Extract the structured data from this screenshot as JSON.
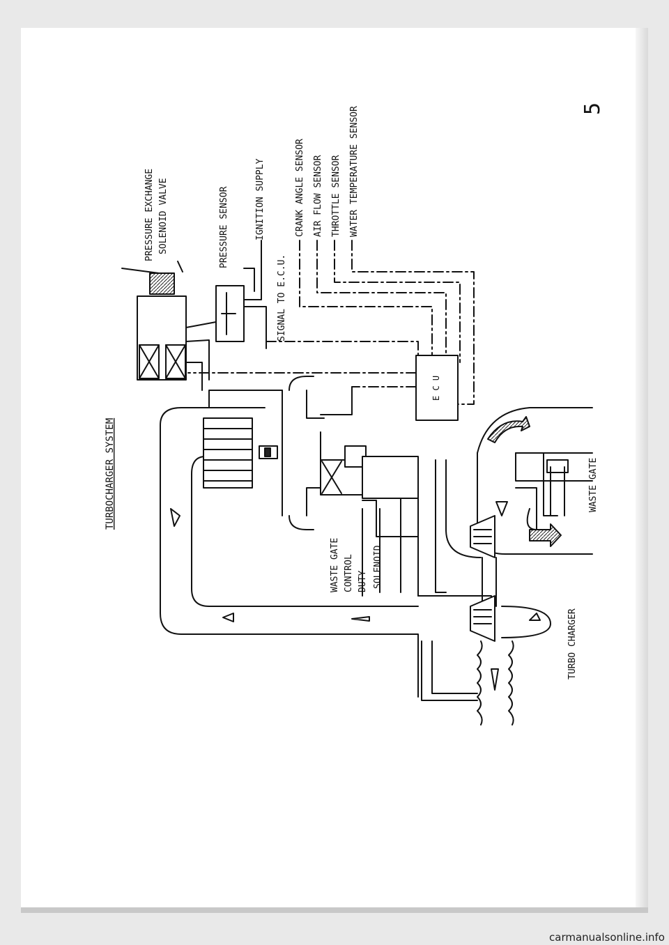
{
  "title": "TURBOCHARGER SYSTEM",
  "page_number": "5",
  "labels": {
    "pressure_exchange_line1": "PRESSURE EXCHANGE",
    "pressure_exchange_line2": "SOLENOID VALVE",
    "pressure_sensor": "PRESSURE SENSOR",
    "ignition_supply": "IGNITION SUPPLY",
    "signal_to_ecu": "SIGNAL TO E.C.U.",
    "crank_angle_sensor": "CRANK ANGLE SENSOR",
    "air_flow_sensor": "AIR FLOW SENSOR",
    "throttle_sensor": "THROTTLE SENSOR",
    "water_temperature_sensor": "WATER TEMPERATURE SENSOR",
    "ecu": "E C U",
    "waste_gate_line1": "WASTE GATE",
    "waste_gate_line2": "CONTROL",
    "waste_gate_line3": "DUTY",
    "waste_gate_line4": "SOLENOID",
    "turbo_charger": "TURBO CHARGER",
    "waste_gate": "WASTE GATE"
  },
  "footer": "carmanualsonline.info"
}
